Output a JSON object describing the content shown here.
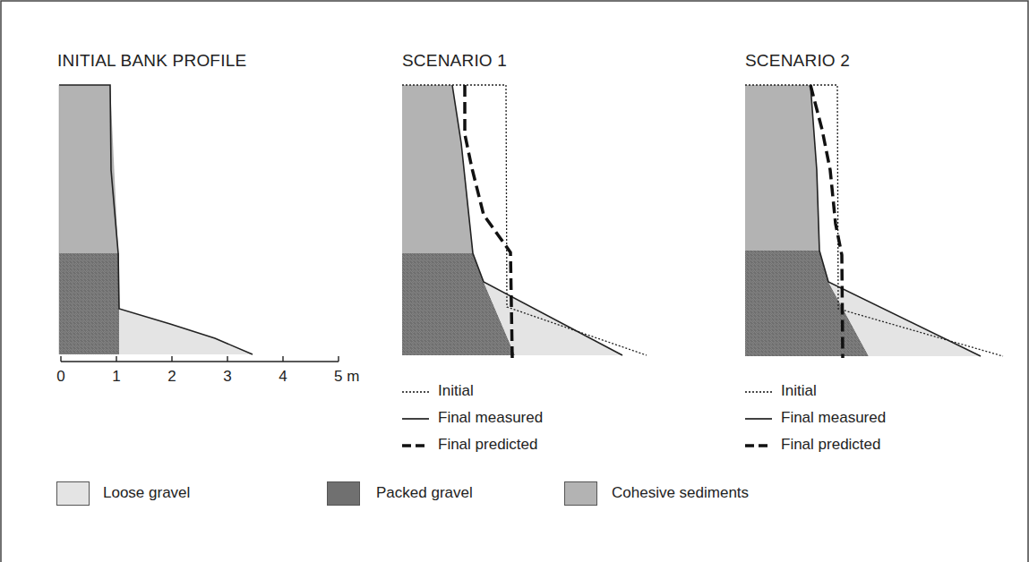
{
  "diagram": {
    "labels": [
      "INITIAL BANK PROFILE",
      "SCENARIO 1",
      "SCENARIO 2",
      "0",
      "1",
      "2",
      "3",
      "4",
      "5 m"
    ],
    "legend": [
      {
        "text": "Initial"
      },
      {
        "text": "Final measured"
      },
      {
        "text": "Final predicted"
      },
      {
        "text": "Initial"
      },
      {
        "text": "Final measured"
      },
      {
        "text": "Final predicted"
      },
      {
        "text": "Loose gravel",
        "color": "#e4e4e4"
      },
      {
        "text": "Packed gravel",
        "color": "#707070"
      },
      {
        "text": "Cohesive sediments",
        "color": "#b3b3b3"
      }
    ]
  }
}
